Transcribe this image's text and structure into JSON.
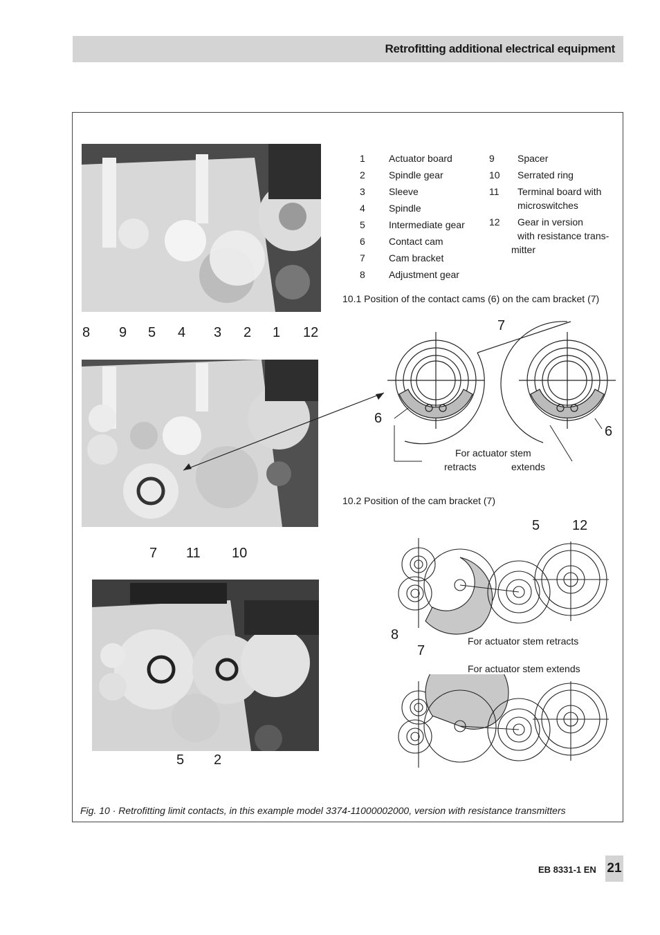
{
  "header": {
    "title": "Retrofitting additional electrical equipment"
  },
  "legend": {
    "col1": [
      {
        "num": "1",
        "text": "Actuator board"
      },
      {
        "num": "2",
        "text": "Spindle gear"
      },
      {
        "num": "3",
        "text": "Sleeve"
      },
      {
        "num": "4",
        "text": "Spindle"
      },
      {
        "num": "5",
        "text": "Intermediate gear"
      },
      {
        "num": "6",
        "text": "Contact cam"
      },
      {
        "num": "7",
        "text": "Cam bracket"
      },
      {
        "num": "8",
        "text": "Adjustment gear"
      }
    ],
    "col2": [
      {
        "num": "9",
        "text": "Spacer"
      },
      {
        "num": "10",
        "text": "Serrated ring"
      },
      {
        "num": "11",
        "text": "Terminal board with"
      },
      {
        "num": "",
        "text": "microswitches"
      },
      {
        "num": "12",
        "text": "Gear in version"
      },
      {
        "num": "",
        "text": "with resistance trans-"
      },
      {
        "num": "",
        "text": "mitter"
      }
    ]
  },
  "section1": {
    "title": "10.1 Position of the contact cams (6) on the cam bracket (7)",
    "label_for": "For actuator stem",
    "label_retracts": "retracts",
    "label_extends": "extends",
    "callout_7": "7",
    "callout_6_left": "6",
    "callout_6_right": "6"
  },
  "section2": {
    "title": "10.2 Position of the cam bracket (7)",
    "label_retracts": "For actuator stem retracts",
    "label_extends": "For actuator stem extends",
    "callout_5": "5",
    "callout_12": "12",
    "callout_8": "8",
    "callout_7": "7"
  },
  "photo_labels": {
    "row1": [
      "8",
      "9",
      "5",
      "4",
      "3",
      "2",
      "1",
      "12"
    ],
    "row2": [
      "7",
      "11",
      "10"
    ],
    "row3": [
      "5",
      "2"
    ]
  },
  "caption": "Fig. 10 · Retrofitting limit contacts, in this example model 3374-11000002000, version with resistance transmitters",
  "footer": {
    "doc_code": "EB 8331-1 EN",
    "page": "21"
  }
}
